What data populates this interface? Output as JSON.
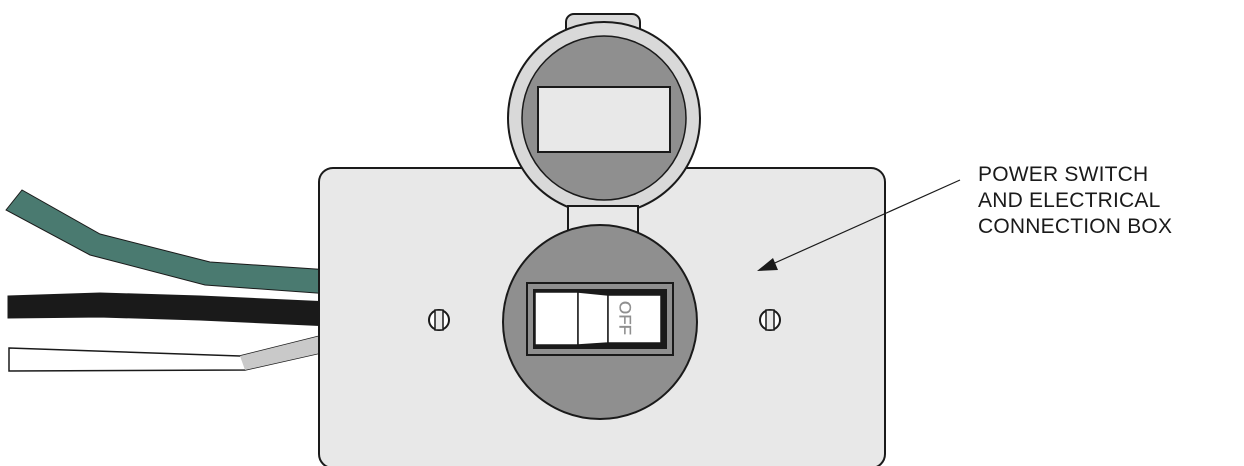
{
  "callout": {
    "lines": [
      "POWER SWITCH",
      "AND ELECTRICAL",
      "CONNECTION BOX"
    ]
  },
  "switch": {
    "state_label": "OFF"
  },
  "colors": {
    "plate": "#e8e8e8",
    "outline": "#1a1a1a",
    "recess": "#8f8f8f",
    "cover_ring": "#d9d9d9",
    "wire_green": "#4a7a70",
    "wire_black": "#1a1a1a",
    "wire_white": "#ffffff"
  },
  "wires": [
    "green",
    "black",
    "white"
  ]
}
